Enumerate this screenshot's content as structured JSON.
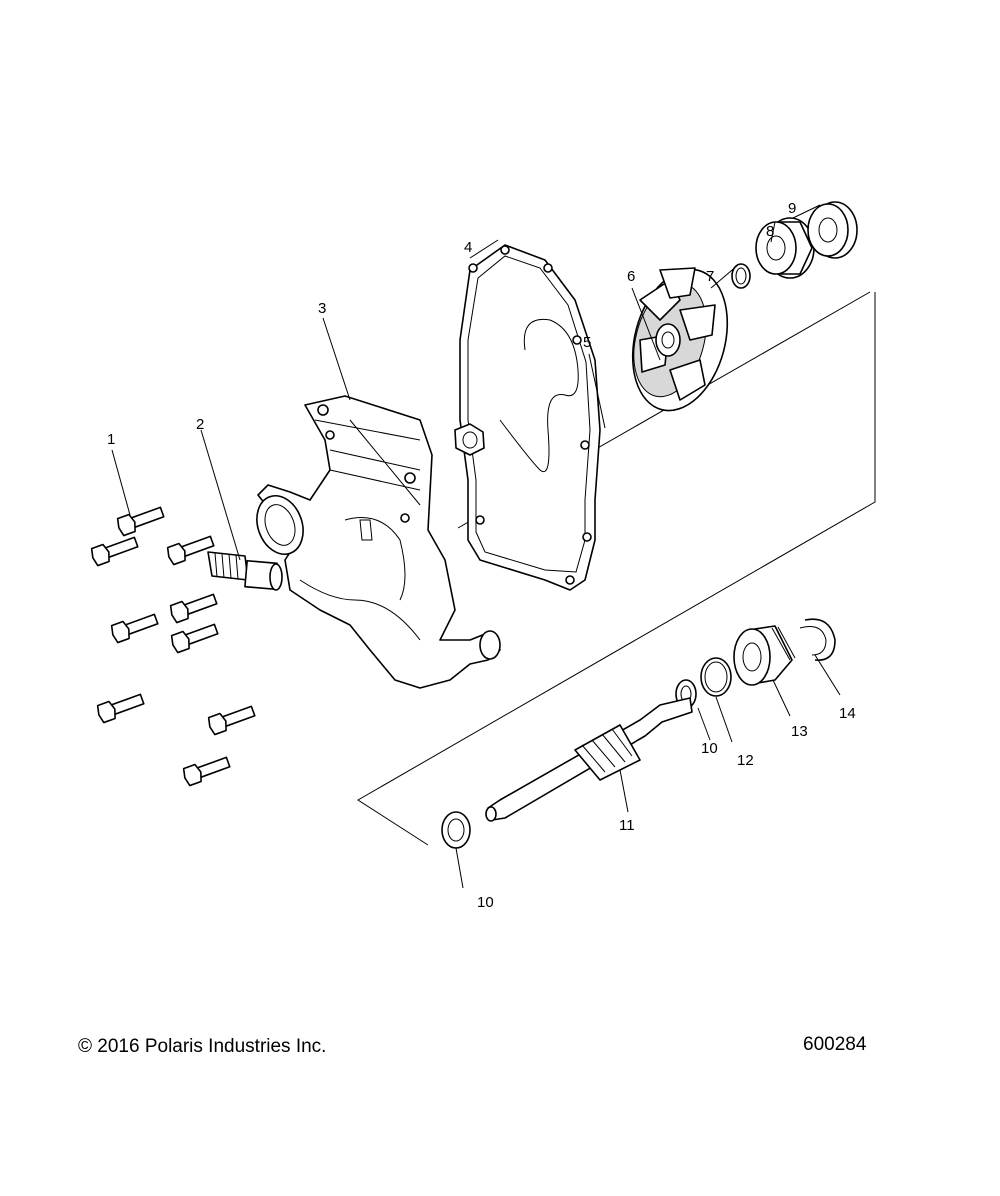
{
  "callouts": {
    "c1": "1",
    "c2": "2",
    "c3": "3",
    "c4": "4",
    "c5": "5",
    "c6": "6",
    "c7": "7",
    "c8": "8",
    "c9": "9",
    "c10a": "10",
    "c10b": "10",
    "c11": "11",
    "c12": "12",
    "c13": "13",
    "c14": "14"
  },
  "footer": {
    "copyright": "© 2016 Polaris Industries Inc.",
    "drawing_number": "600284"
  }
}
